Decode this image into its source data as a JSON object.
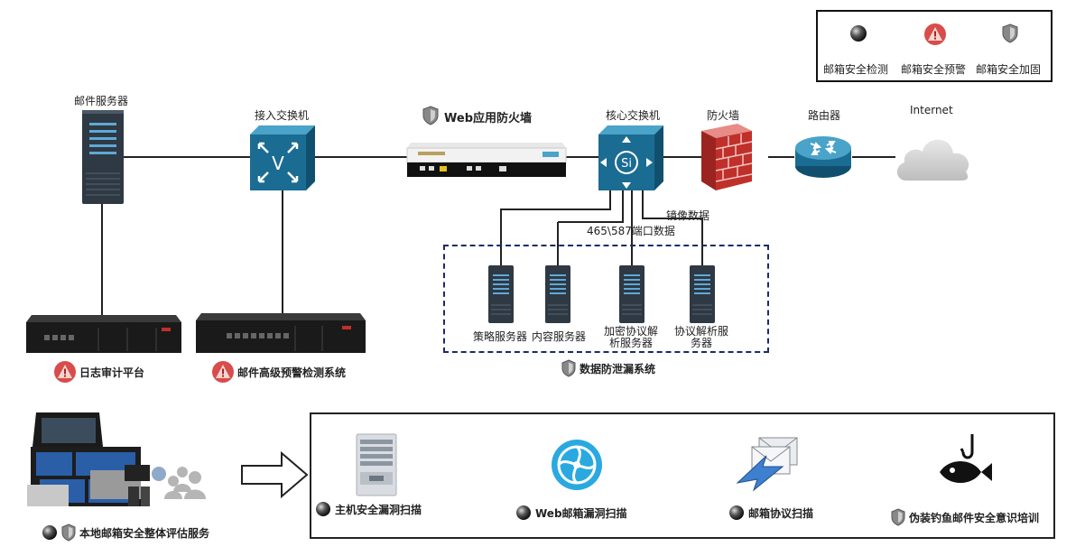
{
  "legend": {
    "detect_label": "邮箱安全检测",
    "warn_label": "邮箱安全预警",
    "harden_label": "邮箱安全加固"
  },
  "nodes": {
    "mail_server": "邮件服务器",
    "access_switch": "接入交换机",
    "waf": "Web应用防火墙",
    "core_switch": "核心交换机",
    "firewall": "防火墙",
    "router": "路由器",
    "internet": "Internet",
    "mirror_data": "镜像数据",
    "port_data": "465\\587端口数据",
    "policy_server": "策略服务器",
    "content_server": "内容服务器",
    "encrypt_server_l1": "加密协议解",
    "encrypt_server_l2": "析服务器",
    "protocol_server_l1": "协议解析服",
    "protocol_server_l2": "务器",
    "dlp_system": "数据防泄漏系统",
    "log_audit": "日志审计平台",
    "mail_warning_system": "邮件高级预警检测系统",
    "local_assessment": "本地邮箱安全整体评估服务"
  },
  "services": {
    "host_scan": "主机安全漏洞扫描",
    "web_mail_scan": "Web邮箱漏洞扫描",
    "protocol_scan": "邮箱协议扫描",
    "phishing_training": "伪装钓鱼邮件安全意识培训"
  },
  "icons": {
    "detect": "dark-sphere-icon",
    "warn": "red-warning-icon",
    "harden": "shield-icon"
  },
  "colors": {
    "switch_blue": "#1b6c92",
    "warn_red": "#d94c4c",
    "dlp_border": "#1a2a6c",
    "firewall_red": "#c0302b"
  }
}
